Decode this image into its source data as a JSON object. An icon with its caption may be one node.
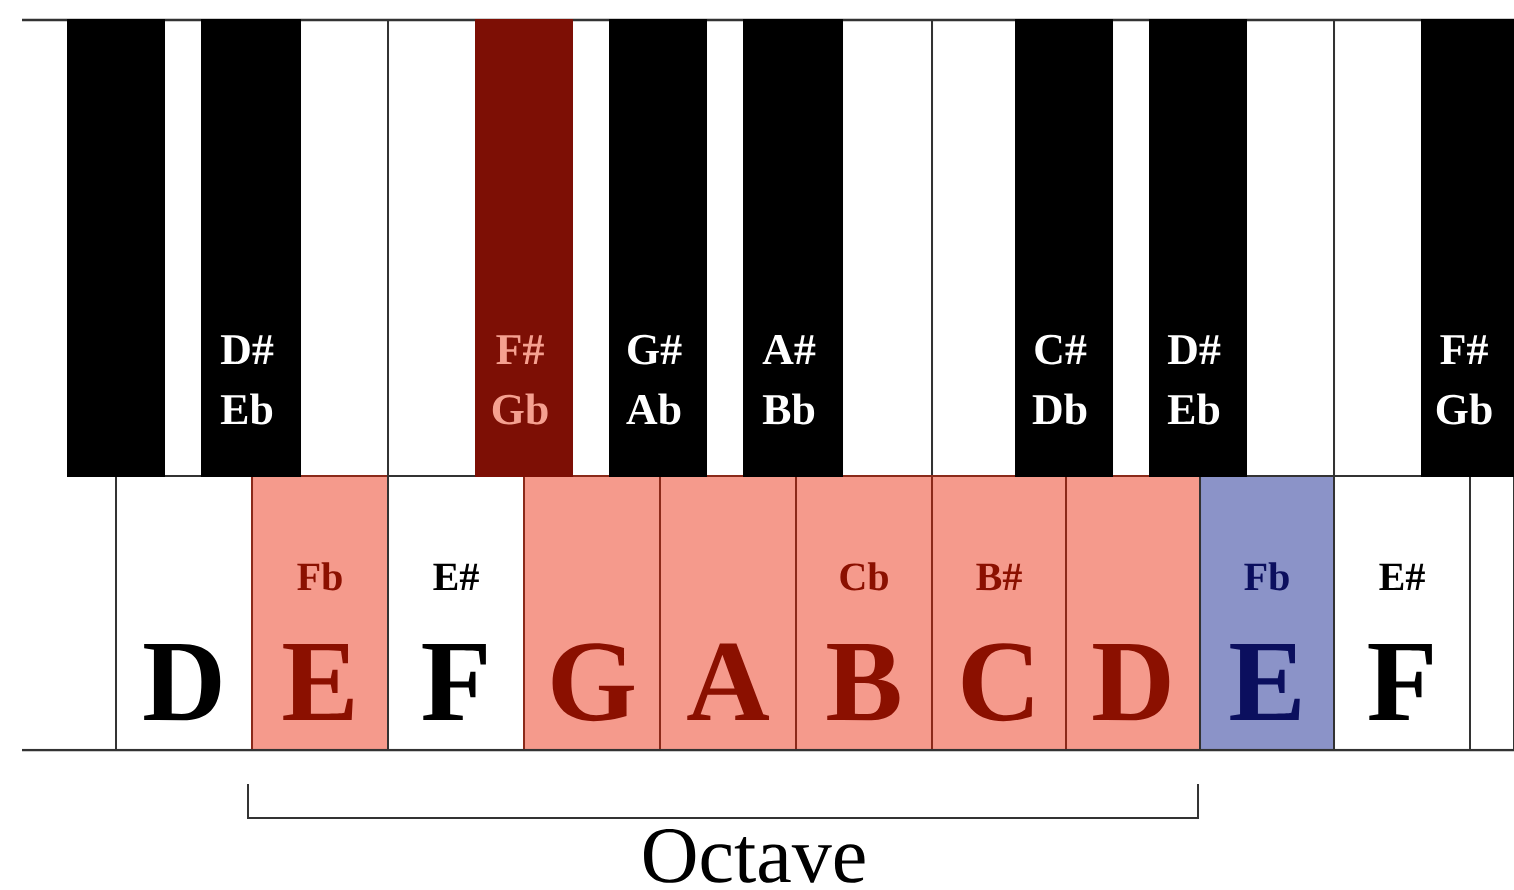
{
  "diagram": {
    "nodes": [
      {
        "text": [],
        "shape": "box"
      },
      {
        "text": [
          "D#",
          "Eb"
        ]
      },
      {
        "text": [
          "F#",
          "Gb"
        ]
      },
      {
        "text": [
          "G#",
          "Ab"
        ]
      },
      {
        "text": [
          "A#",
          "Bb"
        ]
      },
      {
        "text": [
          "C#",
          "Db"
        ]
      },
      {
        "text": [
          "D#",
          "Eb"
        ]
      },
      {
        "text": [
          "F#",
          "Gb"
        ]
      },
      {
        "text": [
          "D"
        ]
      },
      {
        "text": [
          "Fb",
          "E"
        ]
      },
      {
        "text": [
          "E#",
          "F"
        ]
      },
      {
        "text": [
          "G"
        ]
      },
      {
        "text": [
          "A"
        ]
      },
      {
        "text": [
          "Cb",
          "B"
        ]
      },
      {
        "text": [
          "B#",
          "C"
        ]
      },
      {
        "text": [
          "D"
        ]
      },
      {
        "text": [
          "Fb",
          "E"
        ]
      },
      {
        "text": [
          "E#",
          "F"
        ]
      },
      {
        "text": [],
        "shape": "box"
      }
    ],
    "labels": [
      "Octave"
    ]
  }
}
